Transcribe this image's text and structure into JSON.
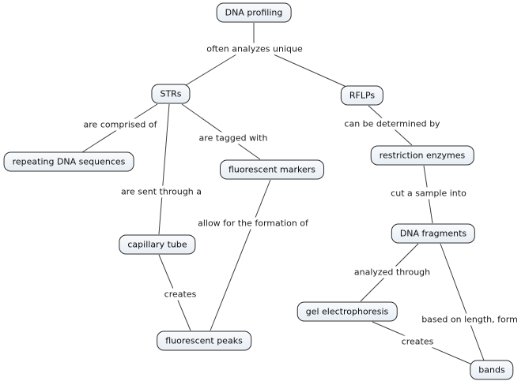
{
  "diagram": {
    "type": "concept-map",
    "topic": "DNA profiling",
    "colors": {
      "background": "#ffffff",
      "node_fill": "#e7eef5",
      "node_border": "#2a2a2a",
      "line": "#3c3c3c",
      "text": "#0d0d0d"
    },
    "nodes": [
      {
        "label": "DNA profiling"
      },
      {
        "label": "STRs"
      },
      {
        "label": "RFLPs"
      },
      {
        "label": "repeating DNA sequences"
      },
      {
        "label": "fluorescent markers"
      },
      {
        "label": "restriction enzymes"
      },
      {
        "label": "capillary tube"
      },
      {
        "label": "DNA fragments"
      },
      {
        "label": "gel electrophoresis"
      },
      {
        "label": "fluorescent peaks"
      },
      {
        "label": "bands"
      }
    ],
    "edge_labels": [
      {
        "label": "often analyzes unique"
      },
      {
        "label": "are comprised of"
      },
      {
        "label": "are tagged with"
      },
      {
        "label": "can be determined by"
      },
      {
        "label": "are sent through a"
      },
      {
        "label": "cut a sample into"
      },
      {
        "label": "allow for the formation of"
      },
      {
        "label": "analyzed through"
      },
      {
        "label": "creates"
      },
      {
        "label": "based on length, form"
      },
      {
        "label": "creates"
      }
    ],
    "relations": [
      {
        "from": "DNA profiling",
        "phrase": "often analyzes unique",
        "to": "STRs"
      },
      {
        "from": "DNA profiling",
        "phrase": "often analyzes unique",
        "to": "RFLPs"
      },
      {
        "from": "STRs",
        "phrase": "are comprised of",
        "to": "repeating DNA sequences"
      },
      {
        "from": "STRs",
        "phrase": "are tagged with",
        "to": "fluorescent markers"
      },
      {
        "from": "STRs",
        "phrase": "are sent through a",
        "to": "capillary tube"
      },
      {
        "from": "fluorescent markers",
        "phrase": "allow for the formation of",
        "to": "fluorescent peaks"
      },
      {
        "from": "capillary tube",
        "phrase": "creates",
        "to": "fluorescent peaks"
      },
      {
        "from": "RFLPs",
        "phrase": "can be determined by",
        "to": "restriction enzymes"
      },
      {
        "from": "restriction enzymes",
        "phrase": "cut a sample into",
        "to": "DNA fragments"
      },
      {
        "from": "DNA fragments",
        "phrase": "analyzed through",
        "to": "gel electrophoresis"
      },
      {
        "from": "DNA fragments",
        "phrase": "based on length, form",
        "to": "bands"
      },
      {
        "from": "gel electrophoresis",
        "phrase": "creates",
        "to": "bands"
      }
    ]
  }
}
